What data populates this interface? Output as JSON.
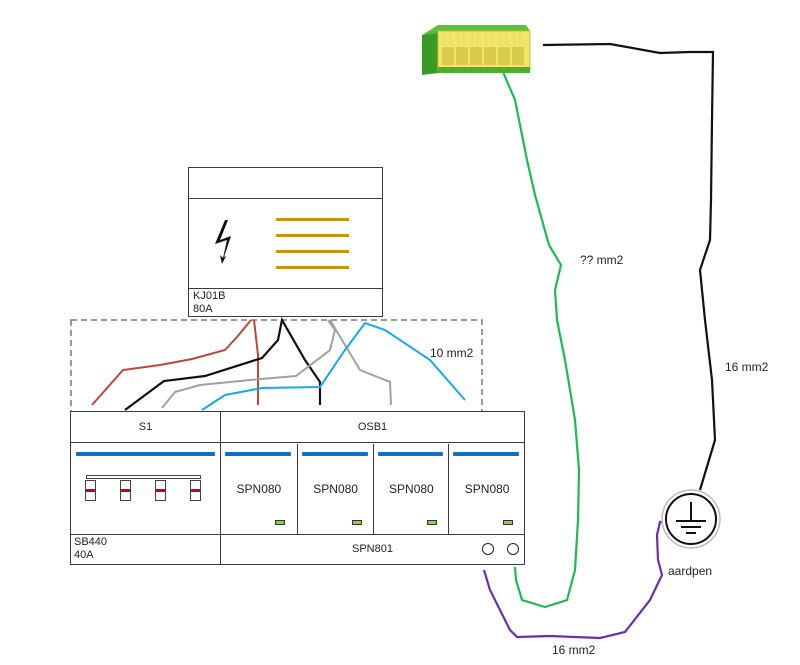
{
  "main_switch": {
    "model": "KJ01B",
    "rating": "80A",
    "busbar_count": 4,
    "busbar_color": "#c8960c"
  },
  "isolator": {
    "title": "S1",
    "model": "SB440",
    "rating": "40A",
    "poles": 4,
    "pole_mark_color": "#c0001a"
  },
  "surge_protection": {
    "title": "OSB1",
    "modules": [
      {
        "label": "SPN080"
      },
      {
        "label": "SPN080"
      },
      {
        "label": "SPN080"
      },
      {
        "label": "SPN080"
      }
    ],
    "base_label": "SPN801",
    "terminal_count": 2
  },
  "earth_terminal_block": {
    "name": "earth-terminal-block",
    "color_body": "#4caf2e",
    "color_terminals": "#f2ea7a"
  },
  "earth_electrode": {
    "label": "aardpen"
  },
  "wires": {
    "phase_group_label": "10 mm2",
    "green_label": "?? mm2",
    "black_earth_label": "16 mm2",
    "purple_label": "16 mm2",
    "colors": {
      "brown": "#b8483a",
      "black": "#111111",
      "grey": "#a0a0a0",
      "blue": "#1ca7e6",
      "green": "#1db954",
      "purple": "#6a2fb0"
    }
  },
  "rail_color": "#0f6fc6"
}
